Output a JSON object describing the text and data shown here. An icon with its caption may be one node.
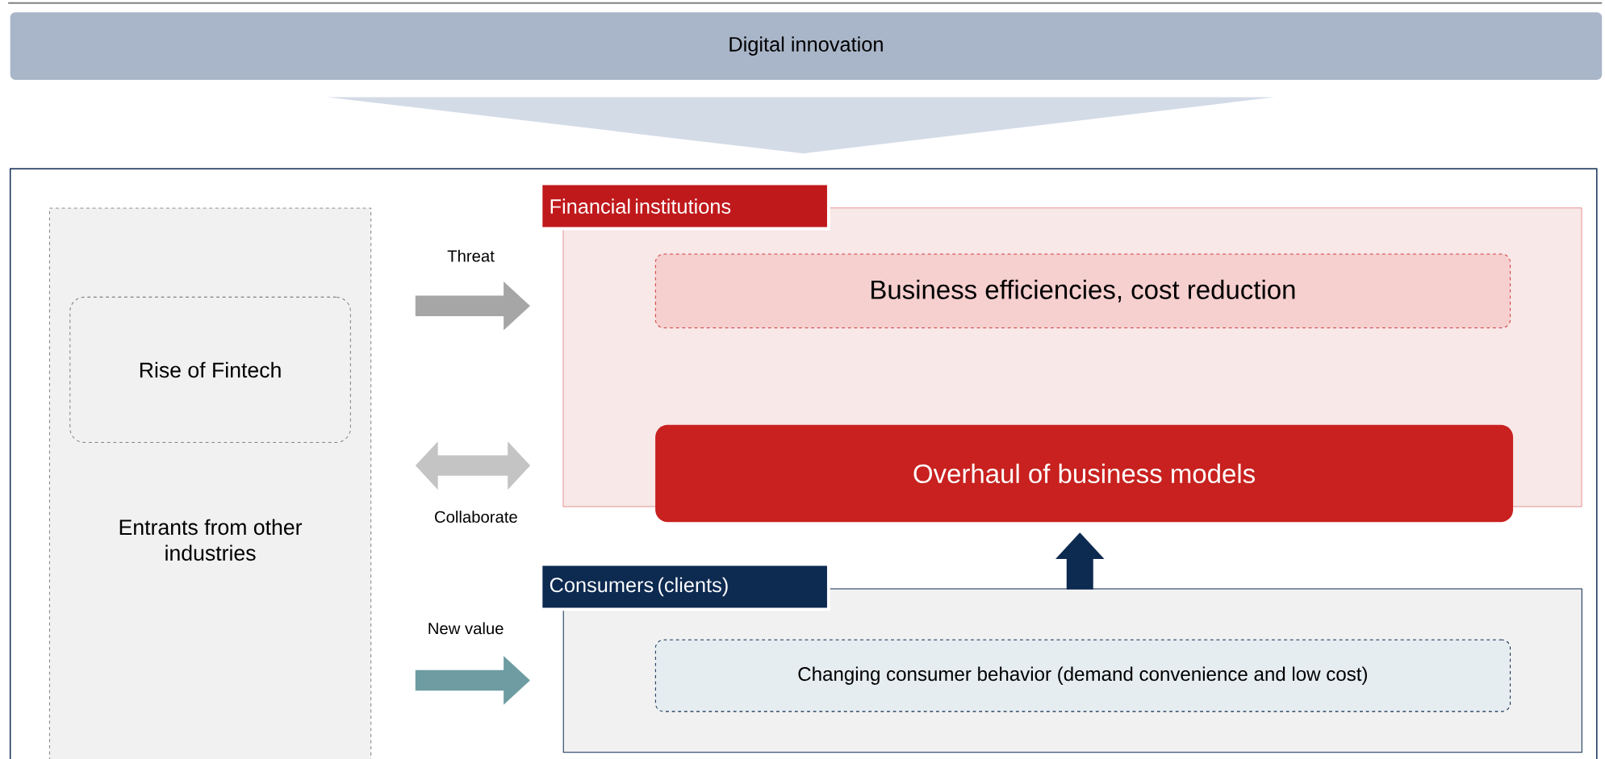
{
  "diagram": {
    "nodes": [
      {
        "text": [
          "Digital innovation"
        ]
      },
      {
        "text": [
          "Entrants from other industries"
        ]
      },
      {
        "text": [
          "Rise of Fintech"
        ],
        "in": 1
      },
      {
        "text": [
          "Financial institutions"
        ]
      },
      {
        "text": [
          "Business efficiencies, cost reduction"
        ],
        "in": 3
      },
      {
        "text": [
          "Overhaul of business models"
        ]
      },
      {
        "text": [
          "Consumers (clients)"
        ]
      },
      {
        "text": [
          "Changing consumer behavior (demand convenience and low cost)"
        ],
        "in": 6
      }
    ],
    "edges": [
      {
        "from": 1,
        "to": 3,
        "arrow": "to",
        "label": "Threat",
        "color": "#a6a6a6"
      },
      {
        "from": 1,
        "to": 3,
        "arrow": "both",
        "label": "Collaborate",
        "color": "#c4c4c4"
      },
      {
        "from": 1,
        "to": 6,
        "arrow": "to",
        "label": "New value",
        "color": "#6e9ca2"
      },
      {
        "from": 6,
        "to": 5,
        "arrow": "to",
        "color": "#0d2a50"
      }
    ]
  }
}
